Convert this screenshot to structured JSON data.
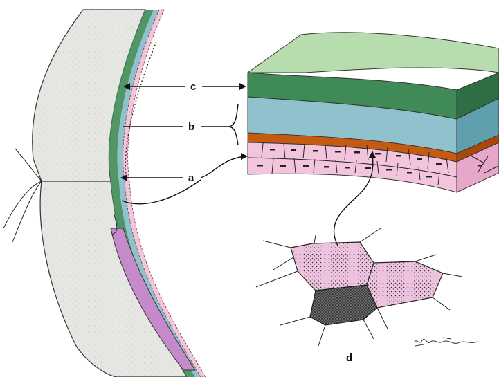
{
  "labels": {
    "a": "a",
    "b": "b",
    "c": "c",
    "d": "d"
  },
  "colors": {
    "sclera": "#e6e6e3",
    "layer_c_top": "#b7dcae",
    "layer_c_front": "#3f8a57",
    "layer_b_front": "#8fc2cc",
    "layer_b_right": "#5f9fae",
    "layer_a": "#c55a12",
    "endothelium": "#f2c5dd",
    "cell_light": "#eec3df",
    "cell_dark": "#5a5a5a",
    "inner_purple": "#c48ac9"
  }
}
